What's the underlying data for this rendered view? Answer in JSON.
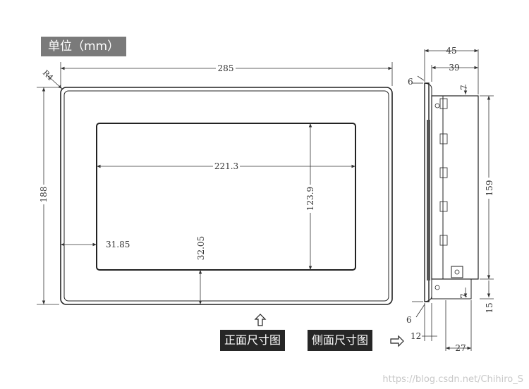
{
  "unit_label": "单位（mm）",
  "front_view": {
    "caption": "正面尺寸图",
    "dims": {
      "width": "285",
      "height": "188",
      "corner_radius": "R4",
      "screen_width": "221.3",
      "screen_height": "123.9",
      "left_offset": "31.85",
      "bottom_offset": "32.05"
    }
  },
  "side_view": {
    "caption": "侧面尺寸图",
    "dims": {
      "total_depth": "45",
      "body_depth": "39",
      "top_bezel": "6",
      "top_step": "7",
      "body_height": "159",
      "bottom_step": "7",
      "bottom_gap": "15",
      "bottom_bezel": "6",
      "bezel_depth": "12",
      "bottom_depth": "27"
    }
  },
  "watermark": "https://blog.csdn.net/Chihiro_S"
}
